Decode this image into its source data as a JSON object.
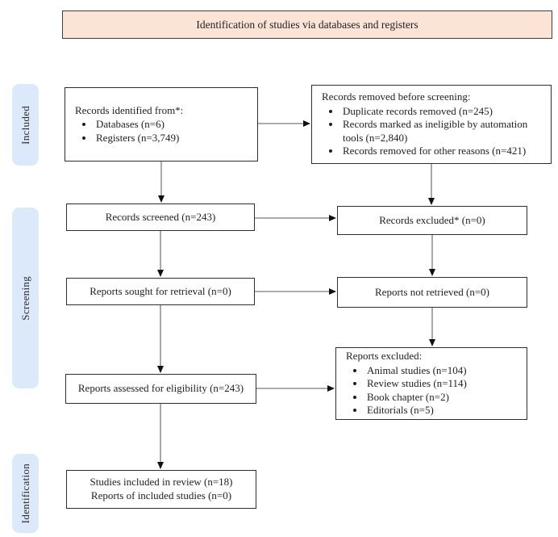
{
  "banner": {
    "title": "Identification of studies via databases and registers"
  },
  "stages": [
    {
      "label": "Included"
    },
    {
      "label": "Screening"
    },
    {
      "label": "Identification"
    }
  ],
  "boxes": {
    "records_identified": {
      "title": "Records identified from*:",
      "items": [
        "Databases (n=6)",
        "Registers (n=3,749)"
      ]
    },
    "records_removed": {
      "title": "Records removed before screening:",
      "items": [
        "Duplicate records removed (n=245)",
        "Records marked as ineligible by automation tools (n=2,840)",
        "Records removed for other reasons (n=421)"
      ]
    },
    "records_screened": {
      "label": "Records screened (n=243)"
    },
    "records_excluded": {
      "label": "Records excluded* (n=0)"
    },
    "reports_sought": {
      "label": "Reports sought for retrieval (n=0)"
    },
    "reports_not_retrieved": {
      "label": "Reports not retrieved (n=0)"
    },
    "reports_assessed": {
      "label": "Reports assessed for eligibility (n=243)"
    },
    "reports_excluded": {
      "title": "Reports excluded:",
      "items": [
        "Animal studies (n=104)",
        "Review studies (n=114)",
        "Book chapter (n=2)",
        "Editorials (n=5)"
      ]
    },
    "studies_included": {
      "lines": [
        "Studies included in review (n=18)",
        "Reports of included studies (n=0)"
      ]
    }
  },
  "colors": {
    "banner_fill": "#fbe4d5",
    "stage_fill": "#dce9fa",
    "box_border": "#2e2e2e",
    "arrow_line": "#7a7a7a",
    "arrow_head": "#111111"
  }
}
